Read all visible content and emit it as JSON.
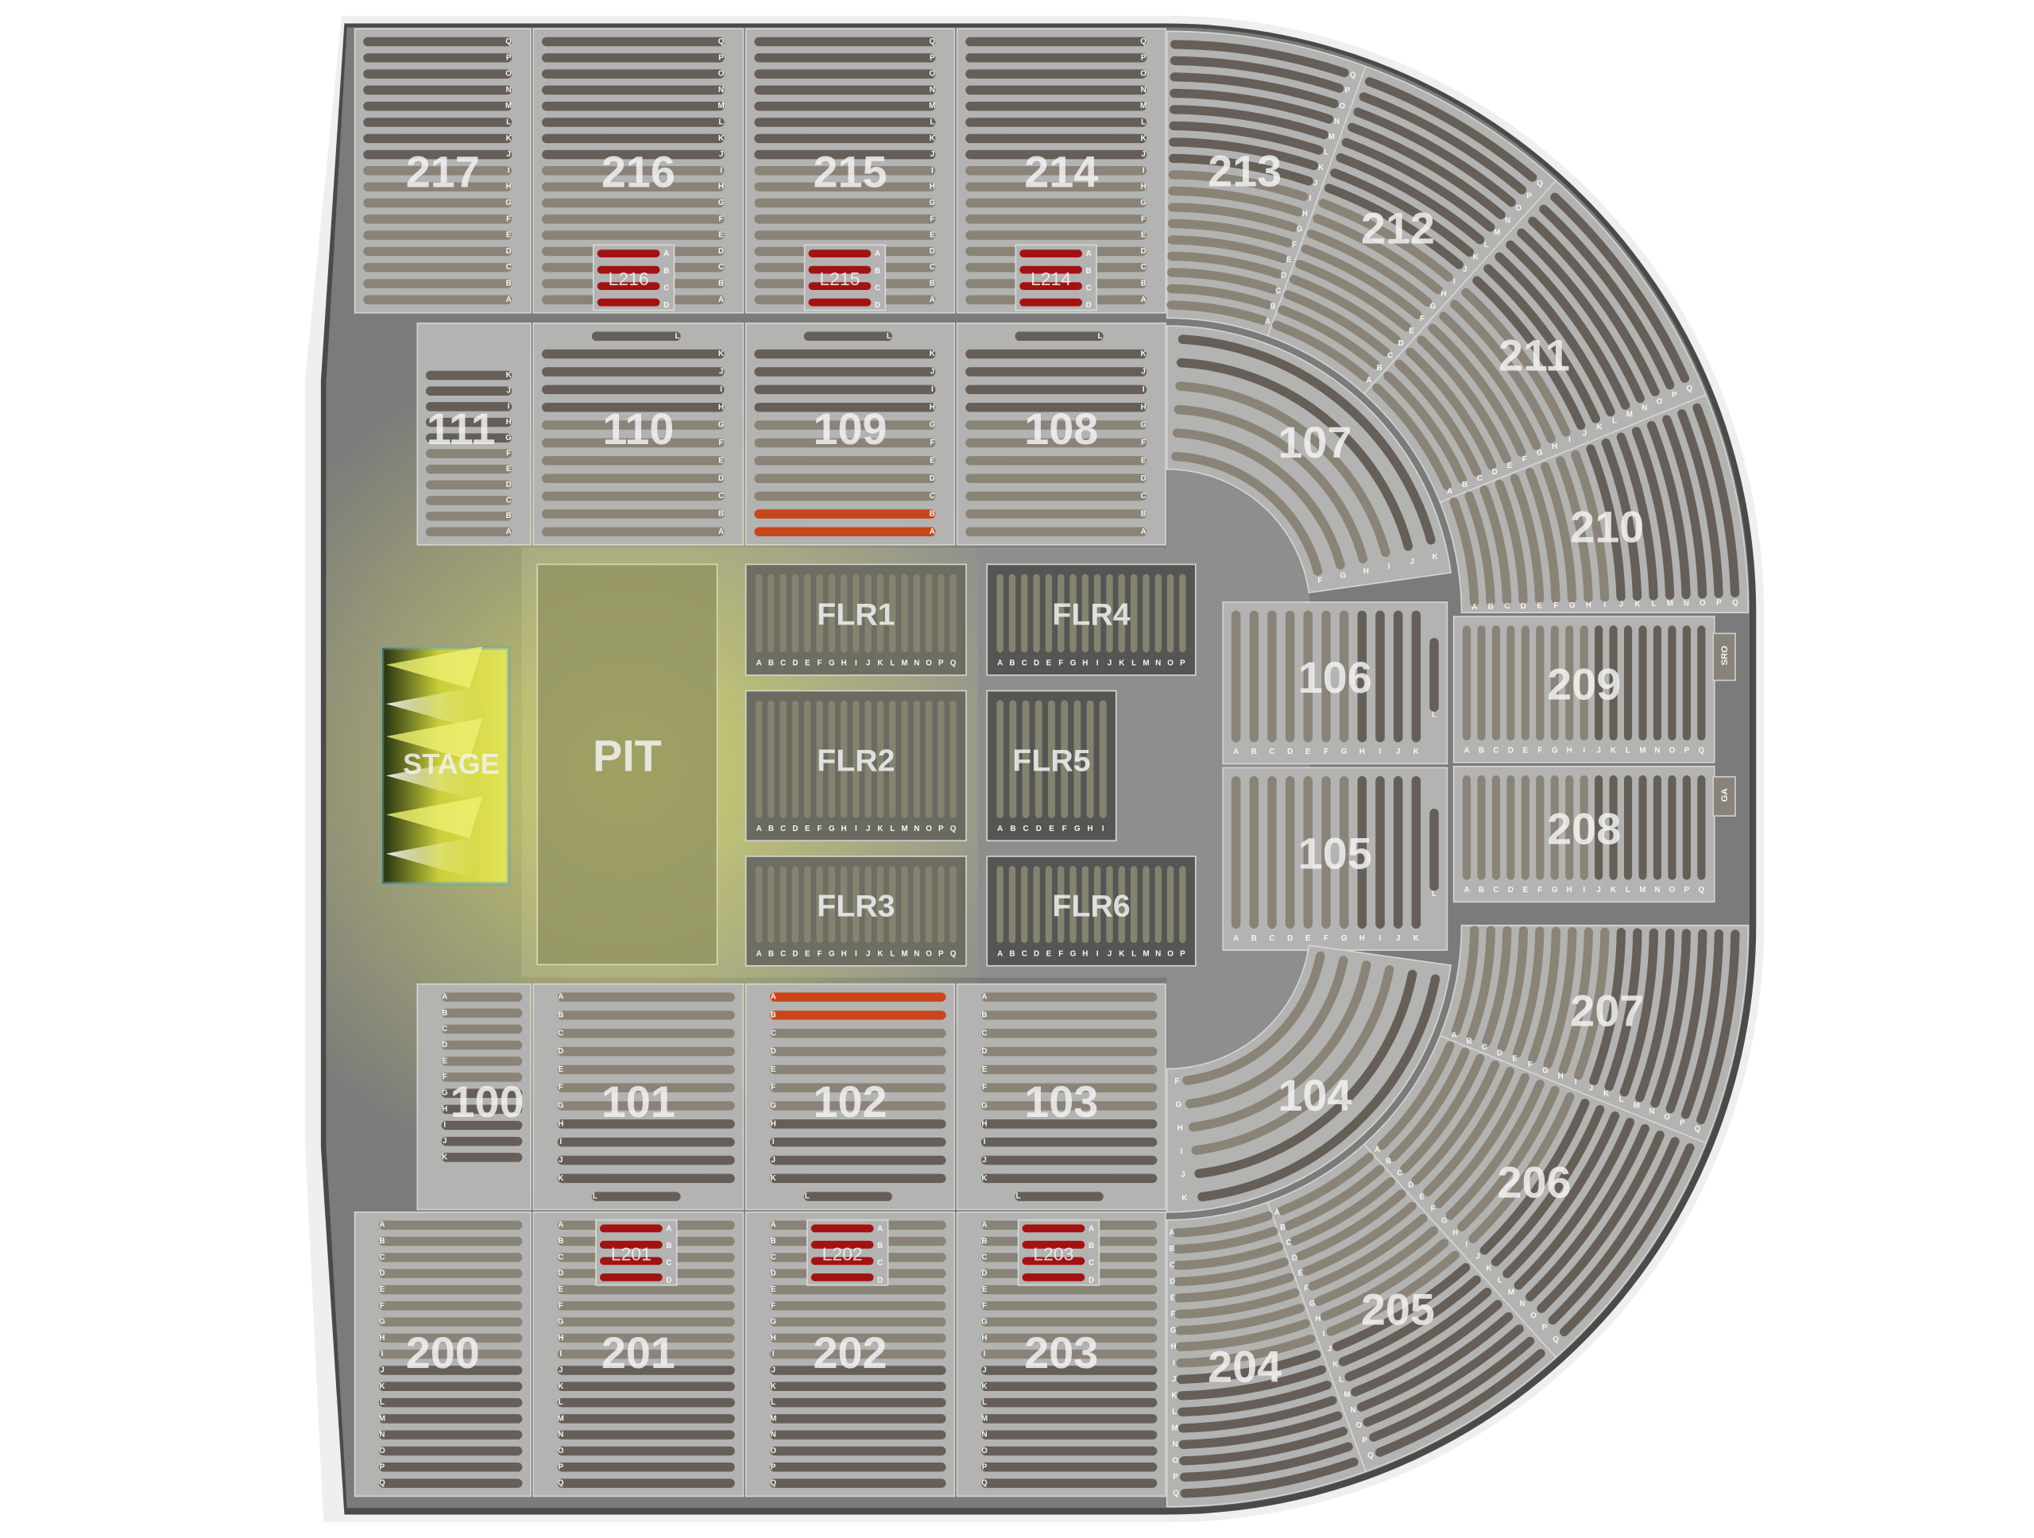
{
  "stage_label": "STAGE",
  "pit_label": "PIT",
  "tags": {
    "sro": "SRO",
    "ga": "GA"
  },
  "colors": {
    "section": "#b3b3b1",
    "row": "#8a8378",
    "row_dark": "#655f57",
    "loge": "#a31212",
    "highlight_row": "#c8461c",
    "glow": "#e3e85a",
    "floor": "#8c8c8c",
    "rim": "#4a4a4a"
  },
  "sections": [
    {
      "label": "217",
      "rows": "ABCDEFGHIJKLMNOPQ"
    },
    {
      "label": "216",
      "rows": "ABCDEFGHIJKLMNOPQ"
    },
    {
      "label": "215",
      "rows": "ABCDEFGHIJKLMNOPQ"
    },
    {
      "label": "214",
      "rows": "ABCDEFGHIJKLMNOPQ"
    },
    {
      "label": "213",
      "rows": "ABCDEFGHIJKLMNOPQ"
    },
    {
      "label": "212",
      "rows": "ABCDEFGHIJKLMNOPQ"
    },
    {
      "label": "211",
      "rows": "ABCDEFGHIJKLMNOPQ"
    },
    {
      "label": "210",
      "rows": "ABCDEFGHIJKLMNOPQ"
    },
    {
      "label": "209",
      "rows": "ABCDEFGHIJKLMNOPQ"
    },
    {
      "label": "208",
      "rows": "ABCDEFGHIJKLMNOPQ"
    },
    {
      "label": "207",
      "rows": "ABCDEFGHIJKLMNOPQ"
    },
    {
      "label": "206",
      "rows": "ABCDEFGHIJKLMNOPQ"
    },
    {
      "label": "205",
      "rows": "ABCDEFGHIJKLMNOPQ"
    },
    {
      "label": "204",
      "rows": "ABCDEFGHIJKLMNOPQ"
    },
    {
      "label": "200",
      "rows": "ABCDEFGHIJKLMNOPQ"
    },
    {
      "label": "201",
      "rows": "ABCDEFGHIJKLMNOPQ"
    },
    {
      "label": "202",
      "rows": "ABCDEFGHIJKLMNOPQ"
    },
    {
      "label": "203",
      "rows": "ABCDEFGHIJKLMNOPQ"
    },
    {
      "label": "111",
      "rows": "ABCDEFGHIJK"
    },
    {
      "label": "110",
      "rows": "ABCDEFGHIJKL"
    },
    {
      "label": "109",
      "rows": "ABCDEFGHIJKL"
    },
    {
      "label": "108",
      "rows": "ABCDEFGHIJKL"
    },
    {
      "label": "107",
      "rows": "FGHIJK"
    },
    {
      "label": "106",
      "rows": "ABCDEFGHIJKL"
    },
    {
      "label": "105",
      "rows": "ABCDEFGHIJKL"
    },
    {
      "label": "104",
      "rows": "FGHIJK"
    },
    {
      "label": "100",
      "rows": "ABCDEFGHIJK"
    },
    {
      "label": "101",
      "rows": "ABCDEFGHIJKL"
    },
    {
      "label": "102",
      "rows": "ABCDEFGHIJKL"
    },
    {
      "label": "103",
      "rows": "ABCDEFGHIJKL"
    },
    {
      "label": "FLR1",
      "rows": "ABCDEFGHIJKLMNOPQ"
    },
    {
      "label": "FLR2",
      "rows": "ABCDEFGHIJKLMNOPQ"
    },
    {
      "label": "FLR3",
      "rows": "ABCDEFGHIJKLMNOPQ"
    },
    {
      "label": "FLR4",
      "rows": "ABCDEFGHIJKLMNOP"
    },
    {
      "label": "FLR5",
      "rows": "ABCDEFGHI"
    },
    {
      "label": "FLR6",
      "rows": "ABCDEFGHIJKLMNOP"
    }
  ],
  "loges": [
    {
      "label": "L216",
      "rows": "ABCD"
    },
    {
      "label": "L215",
      "rows": "ABCD"
    },
    {
      "label": "L214",
      "rows": "ABCD"
    },
    {
      "label": "L201",
      "rows": "ABCD"
    },
    {
      "label": "L202",
      "rows": "ABCD"
    },
    {
      "label": "L203",
      "rows": "ABCD"
    }
  ]
}
